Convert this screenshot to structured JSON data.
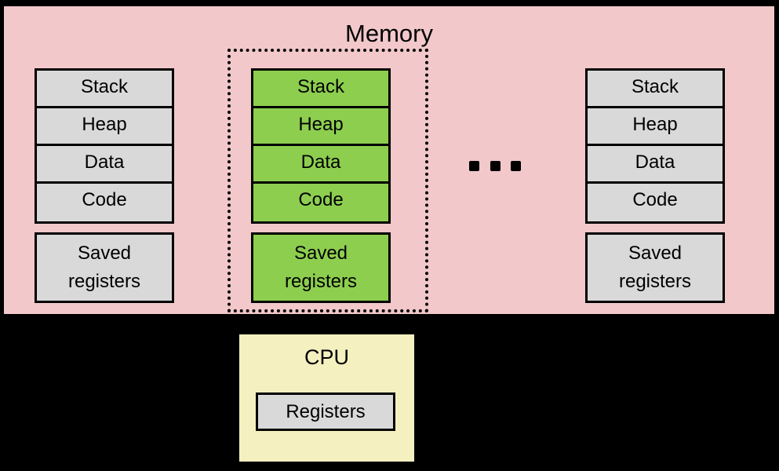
{
  "memory": {
    "title": "Memory",
    "background_color": "#F2C8CA",
    "processes": [
      {
        "highlighted": false,
        "segments": [
          "Stack",
          "Heap",
          "Data",
          "Code"
        ],
        "saved_registers_line1": "Saved",
        "saved_registers_line2": "registers",
        "fill_color": "#D9D9D9"
      },
      {
        "highlighted": true,
        "segments": [
          "Stack",
          "Heap",
          "Data",
          "Code"
        ],
        "saved_registers_line1": "Saved",
        "saved_registers_line2": "registers",
        "fill_color": "#8DCE4F"
      },
      {
        "highlighted": false,
        "segments": [
          "Stack",
          "Heap",
          "Data",
          "Code"
        ],
        "saved_registers_line1": "Saved",
        "saved_registers_line2": "registers",
        "fill_color": "#D9D9D9"
      }
    ],
    "ellipsis": "•••",
    "selection_outline_color": "#000000"
  },
  "cpu": {
    "title": "CPU",
    "registers_label": "Registers",
    "background_color": "#F4F0C0",
    "registers_fill_color": "#D9D9D9"
  },
  "canvas": {
    "background_color": "#000000"
  }
}
